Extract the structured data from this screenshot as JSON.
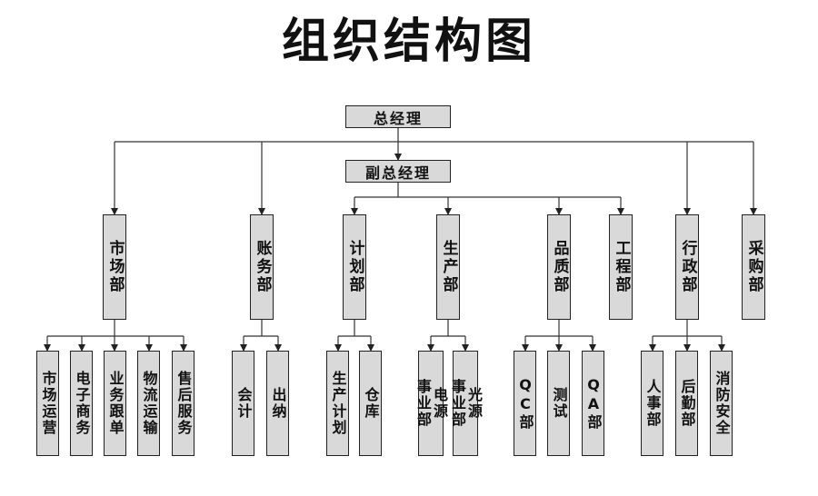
{
  "title": "组织结构图",
  "top": {
    "general_manager": "总经理",
    "deputy_manager": "副总经理"
  },
  "departments": {
    "market": {
      "name": "市场部",
      "subs": [
        "市场运营",
        "电子商务",
        "业务跟单",
        "物流运输",
        "售后服务"
      ]
    },
    "accounts": {
      "name": "账务部",
      "subs": [
        "会计",
        "出纳"
      ]
    },
    "planning": {
      "name": "计划部",
      "subs": [
        "生产计划",
        "仓库"
      ]
    },
    "production": {
      "name": "生产部",
      "subs": [
        [
          "电源",
          "事业部"
        ],
        [
          "光源",
          "事业部"
        ]
      ]
    },
    "quality": {
      "name": "品质部",
      "subs": [
        "QC部",
        "测试",
        "QA部"
      ]
    },
    "engineering": {
      "name": "工程部"
    },
    "admin": {
      "name": "行政部",
      "subs": [
        "人事部",
        "后勤部",
        "消防安全"
      ]
    },
    "purchasing": {
      "name": "采购部"
    }
  }
}
